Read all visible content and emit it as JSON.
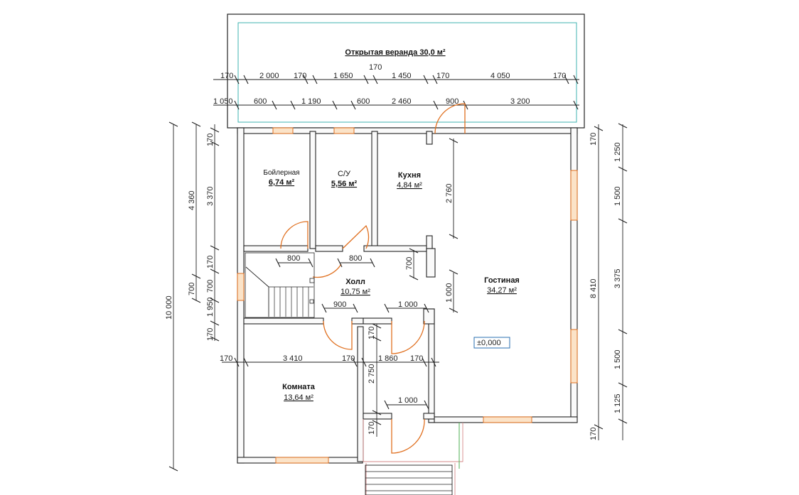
{
  "veranda": {
    "label": "Открытая веранда 30,0 м²"
  },
  "rooms": {
    "boiler": {
      "name": "Бойлерная",
      "area": "6,74 м²"
    },
    "wc": {
      "name": "С/У",
      "area": "5,56 м²"
    },
    "kitchen": {
      "name": "Кухня",
      "area": "4,84 м²"
    },
    "hall": {
      "name": "Холл",
      "area": "10,75 м²"
    },
    "living": {
      "name": "Гостиная",
      "area": "34,27 м²"
    },
    "room": {
      "name": "Комната",
      "area": "13,64 м²"
    }
  },
  "level_mark": "±0,000",
  "dims_top_row1": [
    "170",
    "2 000",
    "170",
    "1 650",
    "170",
    "1 450",
    "170",
    "4 050",
    "170"
  ],
  "dims_top_row2": [
    "1 050",
    "600",
    "1 190",
    "600",
    "2 460",
    "900",
    "3 200"
  ],
  "dims_left_total": "10 000",
  "dims_left_mid": "4 360",
  "dims_left_inner": [
    "170",
    "3 370",
    "170",
    "700",
    "1 950",
    "170"
  ],
  "dims_left_extra": "700",
  "dims_right_outer": [
    "170",
    "1 250",
    "1 500",
    "3 375",
    "1 500",
    "1 125",
    "170"
  ],
  "dims_right_inner": "8 410",
  "dims_interior": {
    "hall_door_left": "800",
    "hall_door_mid": "800",
    "kitchen_wall": "700",
    "kitchen_height": "2 760",
    "living_door": "1 000",
    "hall_900": "900",
    "hall_1000": "1 000",
    "row_170a": "170",
    "row_3410": "3 410",
    "row_170b": "170",
    "row_1860": "1 860",
    "row_170c": "170",
    "col_170": "170",
    "col_2750": "2 750",
    "col_170b": "170",
    "vest_1000": "1 000"
  }
}
